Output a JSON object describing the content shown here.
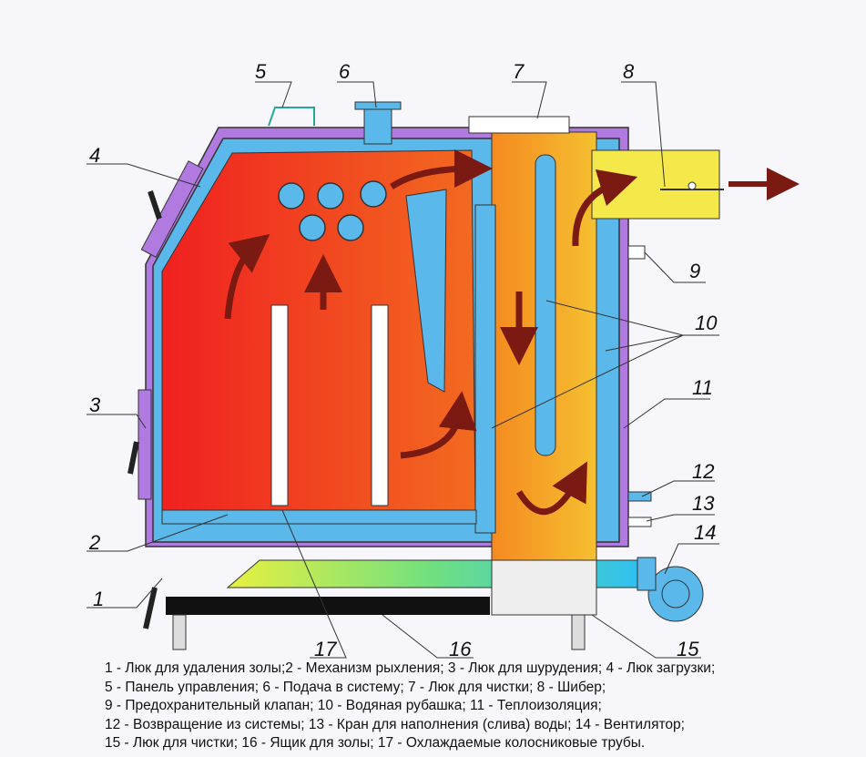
{
  "callouts": [
    "1",
    "2",
    "3",
    "4",
    "5",
    "6",
    "7",
    "8",
    "9",
    "10",
    "11",
    "12",
    "13",
    "14",
    "15",
    "16",
    "17"
  ],
  "legend": [
    "1 - Люк для удаления золы;2 - Механизм рыхления; 3 - Люк для шурудения; 4 - Люк загрузки;",
    "5 - Панель управления; 6 - Подача в систему; 7 - Люк для чистки; 8 - Шибер;",
    "9 - Предохранительный клапан; 10 - Водяная рубашка; 11 - Теплоизоляция;",
    "12 - Возвращение из системы; 13 - Кран для наполнения (слива) воды; 14 - Вентилятор;",
    "15 - Люк для чистки; 16 - Ящик для золы; 17 - Охлаждаемые колосниковые трубы."
  ],
  "colors": {
    "fire": "#f02a1e",
    "gas": "#f5a020",
    "flue": "#f5e84a",
    "water": "#5ab8ea",
    "insulation": "#b07ae0",
    "arrow": "#7a1a12"
  }
}
